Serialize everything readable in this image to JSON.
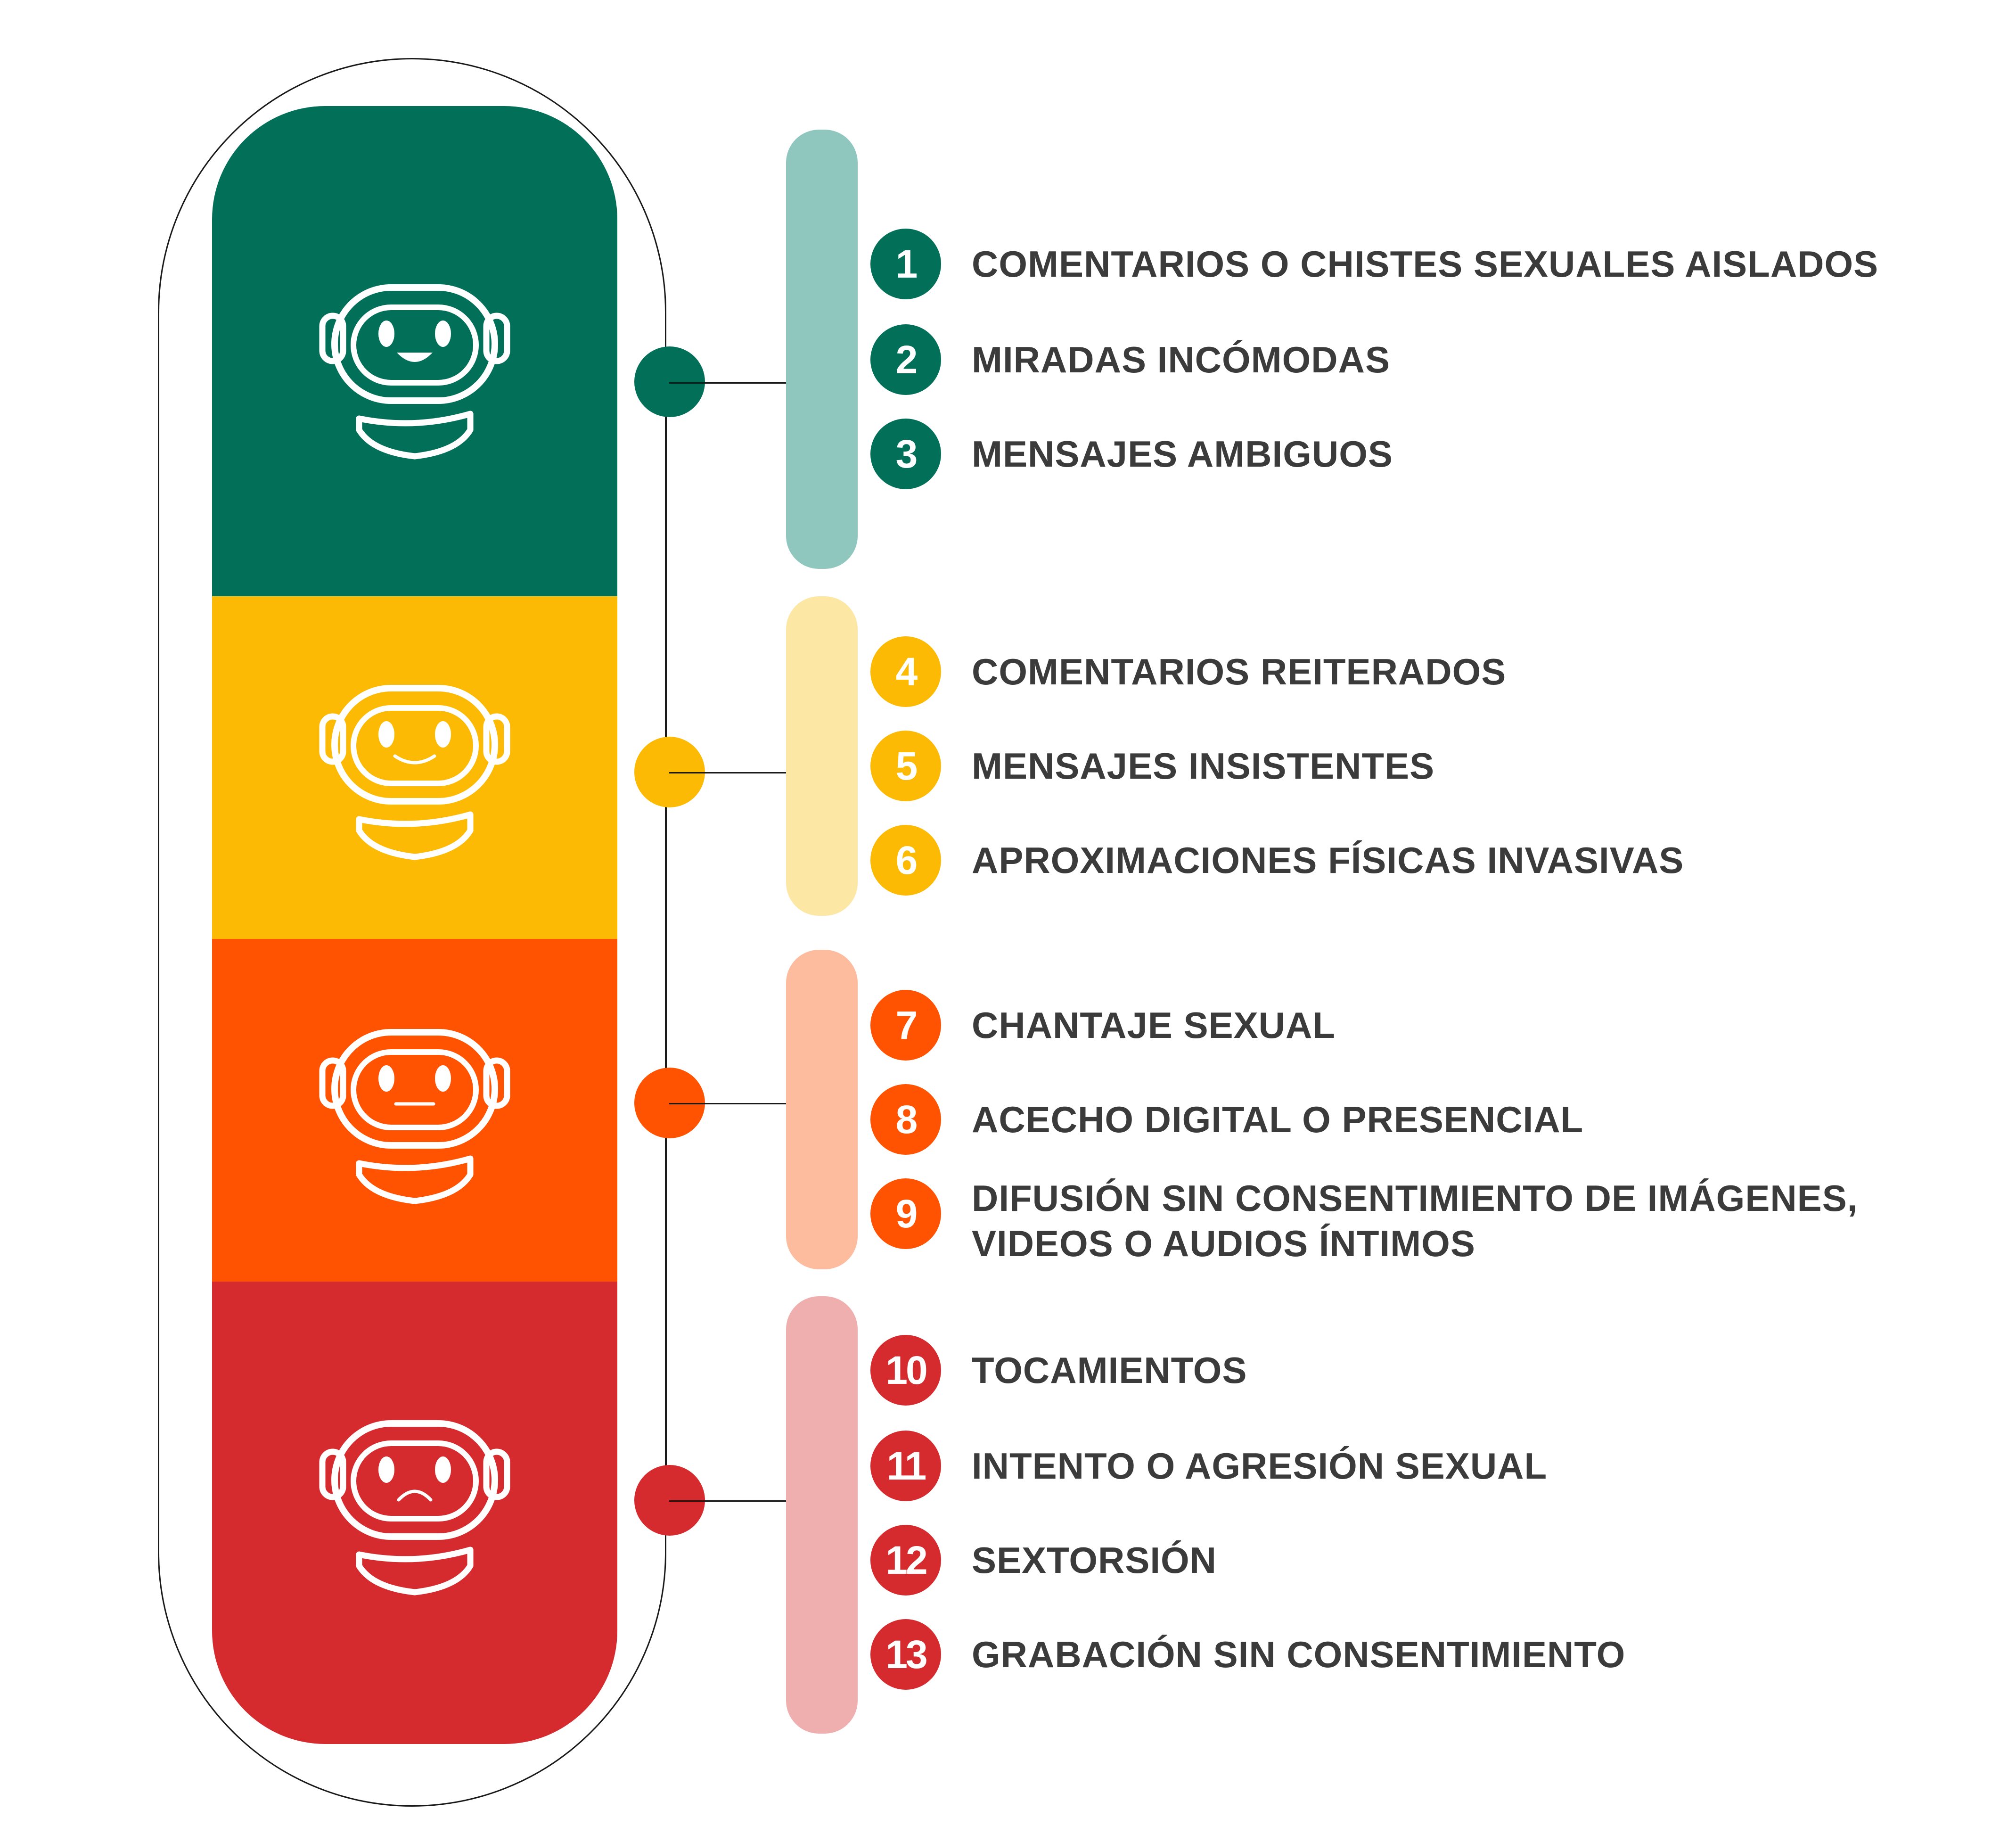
{
  "colors": {
    "green": "#027059",
    "yellow": "#FDBA04",
    "orange": "#FF5302",
    "red": "#D52B2E",
    "green_light": "#8FC7BF",
    "yellow_light": "#FDE7A5",
    "orange_light": "#FEBC9F",
    "red_light": "#F0AFAF",
    "text": "#3B3B3B"
  },
  "levels": [
    {
      "mood": "happy",
      "icon": "robot-happy-icon",
      "items": [
        {
          "number": "1",
          "text": "COMENTARIOS O CHISTES SEXUALES AISLADOS"
        },
        {
          "number": "2",
          "text": "MIRADAS INCÓMODAS"
        },
        {
          "number": "3",
          "text": "MENSAJES AMBIGUOS"
        }
      ]
    },
    {
      "mood": "smile",
      "icon": "robot-smile-icon",
      "items": [
        {
          "number": "4",
          "text": "COMENTARIOS REITERADOS"
        },
        {
          "number": "5",
          "text": "MENSAJES INSISTENTES"
        },
        {
          "number": "6",
          "text": "APROXIMACIONES FÍSICAS INVASIVAS"
        }
      ]
    },
    {
      "mood": "neutral",
      "icon": "robot-neutral-icon",
      "items": [
        {
          "number": "7",
          "text": "CHANTAJE SEXUAL"
        },
        {
          "number": "8",
          "text": "ACECHO DIGITAL O PRESENCIAL"
        },
        {
          "number": "9",
          "text_line1": "DIFUSIÓN SIN CONSENTIMIENTO DE IMÁGENES,",
          "text_line2": "VIDEOS O AUDIOS ÍNTIMOS"
        }
      ]
    },
    {
      "mood": "sad",
      "icon": "robot-sad-icon",
      "items": [
        {
          "number": "10",
          "text": "TOCAMIENTOS"
        },
        {
          "number": "11",
          "text": "INTENTO O AGRESIÓN SEXUAL"
        },
        {
          "number": "12",
          "text": "SEXTORSIÓN"
        },
        {
          "number": "13",
          "text": "GRABACIÓN SIN CONSENTIMIENTO"
        }
      ]
    }
  ]
}
